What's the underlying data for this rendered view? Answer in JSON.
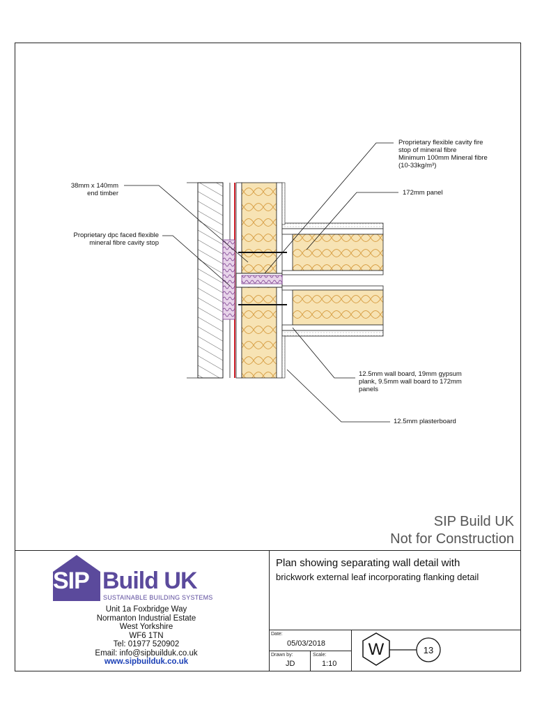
{
  "labels": {
    "end_timber": [
      "38mm x 140mm",
      "end timber"
    ],
    "dpc_cavity_stop": [
      "Proprietary dpc faced flexible",
      "mineral fibre cavity stop"
    ],
    "fire_stop": [
      "Proprietary flexible cavity fire",
      "stop of mineral fibre",
      "Minimum 100mm Mineral fibre",
      "(10-33kg/m³)"
    ],
    "panel": [
      "172mm panel"
    ],
    "wall_board": [
      "12.5mm wall board, 19mm gypsum",
      "plank, 9.5mm wall board to 172mm",
      "panels"
    ],
    "plasterboard": [
      "12.5mm plasterboard"
    ]
  },
  "watermark": {
    "line1": "SIP Build UK",
    "line2": "Not for Construction"
  },
  "title_block": {
    "title_line1": "Plan showing separating wall detail with",
    "title_line2": "brickwork external leaf incorporating flanking detail",
    "date_label": "Date:",
    "date": "05/03/2018",
    "drawn_by_label": "Drawn by:",
    "drawn_by": "JD",
    "scale_label": "Scale:",
    "scale": "1:10",
    "ref_letter": "W",
    "ref_number": "13"
  },
  "company": {
    "logo_left": "SIP",
    "logo_right": "Build UK",
    "tagline": "SUSTAINABLE BUILDING SYSTEMS",
    "address": [
      "Unit 1a Foxbridge Way",
      "Normanton Industrial Estate",
      "West Yorkshire",
      "WF6 1TN"
    ],
    "tel": "Tel: 01977 520902",
    "email": "Email: info@sipbuilduk.co.uk",
    "web": "www.sipbuilduk.co.uk"
  },
  "colors": {
    "logo_purple": "#5b4a9c",
    "insulation": "#f7e3b4",
    "dpc_red": "#d0202a",
    "cavity_stop": "#e8d4ea",
    "web_link": "#1a3fb5"
  }
}
